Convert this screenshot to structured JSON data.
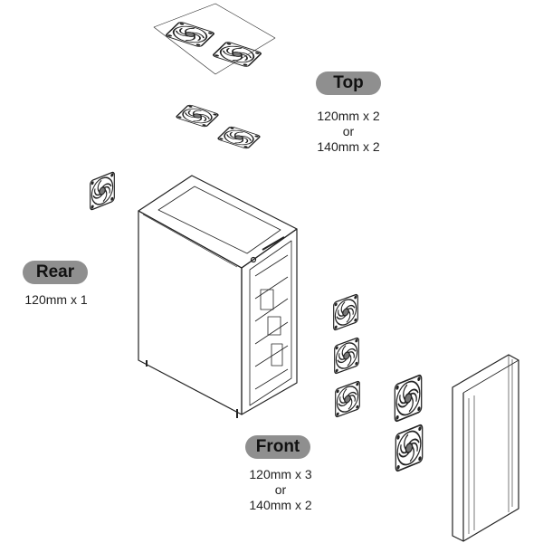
{
  "top": {
    "label": "Top",
    "line1": "120mm x 2",
    "line2": "or",
    "line3": "140mm x 2"
  },
  "rear": {
    "label": "Rear",
    "line1": "120mm x 1"
  },
  "front": {
    "label": "Front",
    "line1": "120mm x 3",
    "line2": "or",
    "line3": "140mm x 2"
  },
  "colors": {
    "badge": "#8f8f8f",
    "line": "#222222"
  },
  "icons": [
    "fan-icon",
    "pc-case-icon",
    "front-panel-icon"
  ]
}
